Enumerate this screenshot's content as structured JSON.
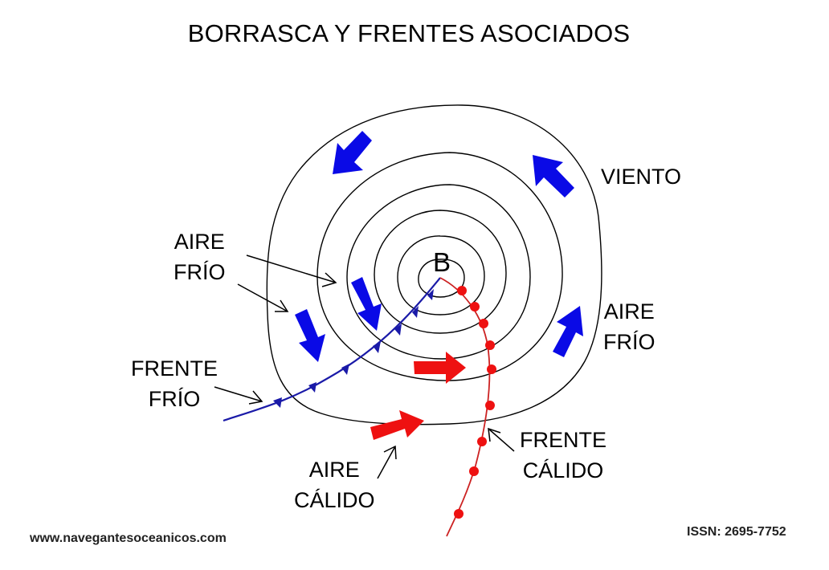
{
  "title": "BORRASCA Y FRENTES ASOCIADOS",
  "center_label": "B",
  "labels": {
    "viento": "VIENTO",
    "aire_frio_left": [
      "AIRE",
      "FRÍO"
    ],
    "aire_frio_right": [
      "AIRE",
      "FRÍO"
    ],
    "frente_frio": [
      "FRENTE",
      "FRÍO"
    ],
    "frente_calido": [
      "FRENTE",
      "CÁLIDO"
    ],
    "aire_calido": [
      "AIRE",
      "CÁLIDO"
    ]
  },
  "footer": {
    "website": "www.navegantesoceanicos.com",
    "issn": "ISSN: 2695-7752"
  },
  "colors": {
    "cold_front": "#1a1aa8",
    "cold_arrows": "#0a0ae6",
    "warm_front": "#cc2222",
    "warm_arrows": "#ee1111",
    "isobars": "#000000"
  }
}
